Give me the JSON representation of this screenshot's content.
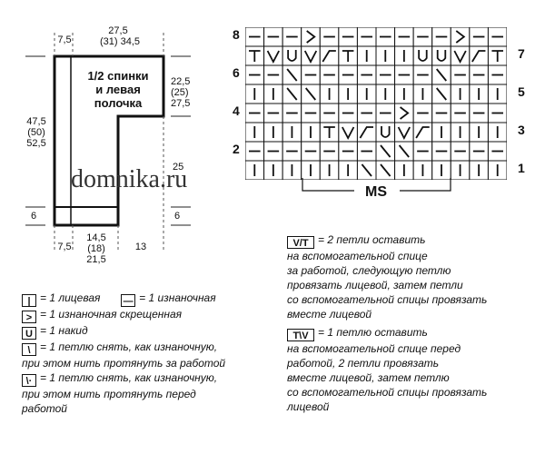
{
  "watermark": "domnika.ru",
  "schematic": {
    "center_label": "1/2 спинки\nи левая\nполочка",
    "top_left": "7,5",
    "top_total": "27,5",
    "top_sub": "(31)  34,5",
    "right_shoulder": [
      "22,5",
      "(25)",
      "27,5"
    ],
    "left_height": [
      "47,5",
      "(50)",
      "52,5"
    ],
    "right_lower": "25",
    "rib_left": "6",
    "rib_right": "6",
    "bottom_left": "7,5",
    "bottom_mid": [
      "14,5",
      "(18)",
      "21,5"
    ],
    "bottom_right": "13"
  },
  "chart": {
    "rows_left": [
      "8",
      "6",
      "4",
      "2"
    ],
    "rows_right": [
      "7",
      "5",
      "3",
      "1"
    ],
    "ms_label": "MS",
    "grid": [
      [
        "—",
        "—",
        "—",
        ">",
        "—",
        "—",
        "—",
        "—",
        "—",
        "—",
        "—",
        ">",
        "—",
        "—"
      ],
      [
        "T",
        "V",
        "U",
        "V",
        "S",
        "T",
        "|",
        "|",
        "|",
        "U",
        "U",
        "V",
        "S",
        "T"
      ],
      [
        "—",
        "—",
        "\\",
        "—",
        "—",
        "—",
        "—",
        "—",
        "—",
        "—",
        "\\",
        "—",
        "—",
        "—"
      ],
      [
        "|",
        "|",
        "\\",
        "\\",
        "|",
        "|",
        "|",
        "|",
        "|",
        "|",
        "\\",
        "|",
        "|",
        "|"
      ],
      [
        "—",
        "—",
        "—",
        "—",
        "—",
        "—",
        "—",
        "—",
        ">",
        "—",
        "—",
        "—",
        "—",
        "—"
      ],
      [
        "|",
        "|",
        "|",
        "|",
        "T",
        "V",
        "S",
        "U",
        "V",
        "S",
        "|",
        "|",
        "|",
        "|"
      ],
      [
        "—",
        "—",
        "—",
        "—",
        "—",
        "—",
        "—",
        "\\",
        "\\",
        "—",
        "—",
        "—",
        "—",
        "—"
      ],
      [
        "|",
        "|",
        "|",
        "|",
        "|",
        "|",
        "\\",
        "\\",
        "|",
        "|",
        "|",
        "|",
        "|",
        "|"
      ]
    ]
  },
  "legend_left": [
    {
      "sym": "|",
      "text": "= 1 лицевая"
    },
    {
      "sym": "—",
      "text": "= 1 изнаночная"
    },
    {
      "sym": ">",
      "text": "= 1 изнаночная скрещенная"
    },
    {
      "sym": "U",
      "text": "= 1 накид"
    },
    {
      "sym": "\\",
      "text": "= 1 петлю снять, как изнаночную,"
    },
    {
      "sym": "",
      "text": "при этом нить протянуть за работой"
    },
    {
      "sym": "\\·",
      "text": "= 1 петлю снять, как изнаночную,"
    },
    {
      "sym": "",
      "text": "при этом нить протянуть перед"
    },
    {
      "sym": "",
      "text": "работой"
    }
  ],
  "legend_right_1": {
    "sym": "V/T",
    "lines": [
      "= 2 петли оставить",
      "на вспомогательной спице",
      "за работой, следующую петлю",
      "провязать лицевой, затем петли",
      "со вспомогательной спицы провязать",
      "вместе лицевой"
    ]
  },
  "legend_right_2": {
    "sym": "T\\V",
    "lines": [
      "= 1 петлю оставить",
      "на вспомогательной спице перед",
      "работой, 2 петли провязать",
      "вместе лицевой, затем петлю",
      "со вспомогательной спицы провязать",
      "лицевой"
    ]
  }
}
